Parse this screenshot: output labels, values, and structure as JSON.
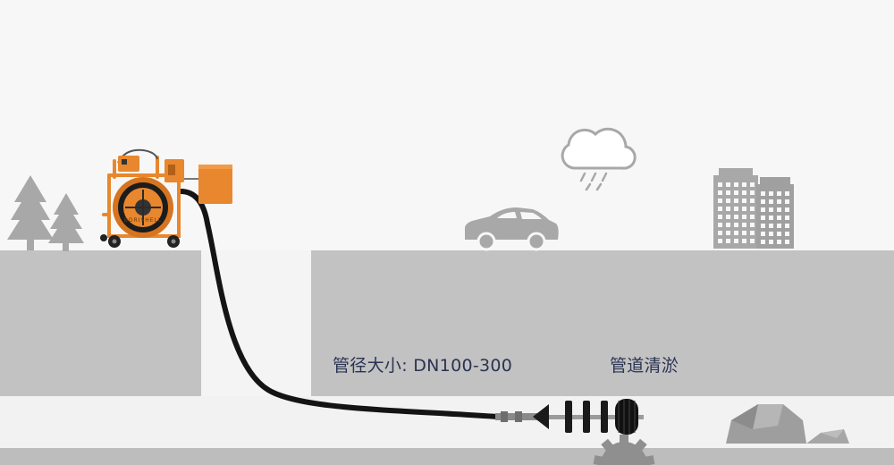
{
  "labels": {
    "pipe_size": "管径大小: DN100-300",
    "function": "管道清淤"
  },
  "machine": {
    "brand": "BORISHELL"
  },
  "colors": {
    "background": "#f7f7f7",
    "ground": "#c2c2c2",
    "pipe_channel": "#f2f2f2",
    "bottom_band": "#bdbdbd",
    "machine_orange": "#e8872d",
    "hose": "#141414",
    "icon_gray": "#a8a8a8",
    "label_text": "#2a3352"
  },
  "icons": [
    "tree-icon",
    "cloud-rain-icon",
    "car-icon",
    "buildings-icon",
    "rock-icon",
    "gear-icon",
    "brush-tool-icon",
    "cable-reel-machine-icon"
  ]
}
